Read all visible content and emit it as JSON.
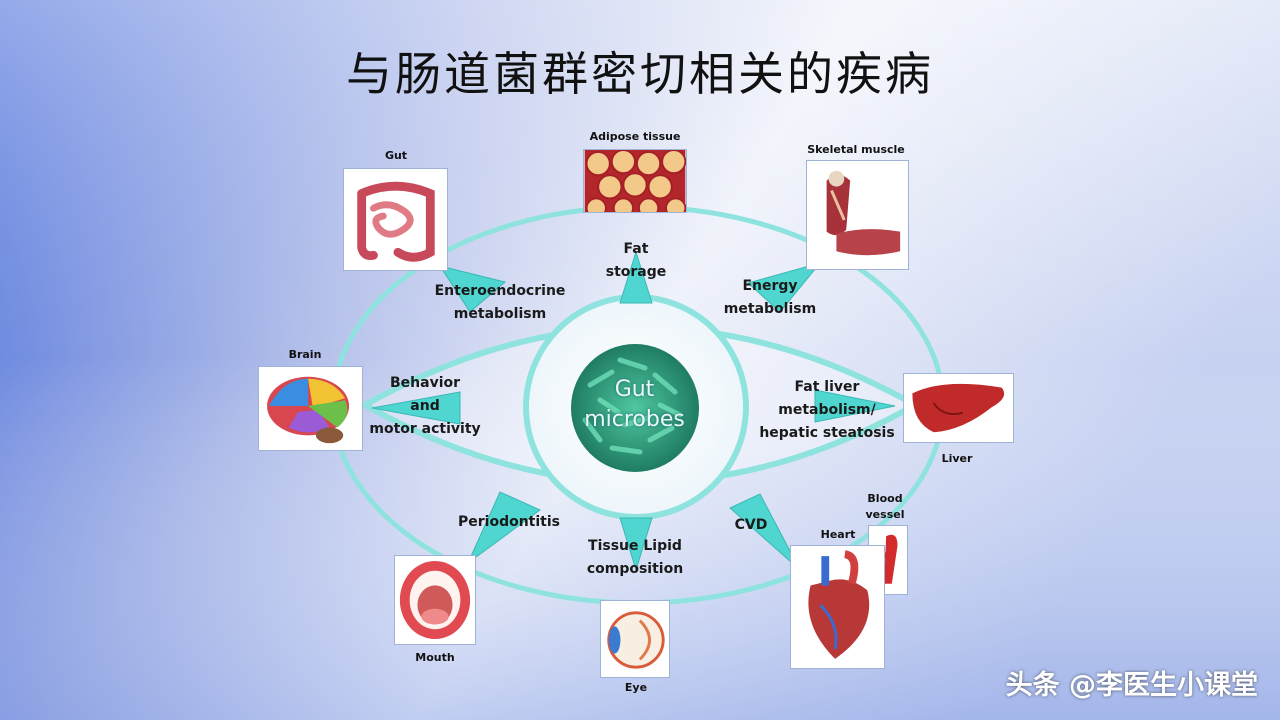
{
  "slide": {
    "title": "与肠道菌群密切相关的疾病",
    "watermark": "头条 @李医生小课堂"
  },
  "center": {
    "label": "Gut\nmicrobes",
    "color": "#35b08f"
  },
  "colors": {
    "ring": "#7fe0dc",
    "arrow": "#4fd6d0",
    "background_dark": "#3a63d6",
    "background_light": "#f2f4fb"
  },
  "organs": {
    "gut": "Gut",
    "adipose": "Adipose tissue",
    "muscle": "Skeletal muscle",
    "brain": "Brain",
    "liver": "Liver",
    "blood_vessel": "Blood\nvessel",
    "heart": "Heart",
    "mouth": "Mouth",
    "eye": "Eye"
  },
  "links": {
    "enteroendocrine": "Enteroendocrine\nmetabolism",
    "fat_storage": "Fat\nstorage",
    "energy": "Energy\nmetabolism",
    "behavior": "Behavior\nand\nmotor activity",
    "fat_liver": "Fat liver\nmetabolism/\nhepatic steatosis",
    "periodontitis": "Periodontitis",
    "tissue_lipid": "Tissue Lipid\ncomposition",
    "cvd": "CVD"
  }
}
